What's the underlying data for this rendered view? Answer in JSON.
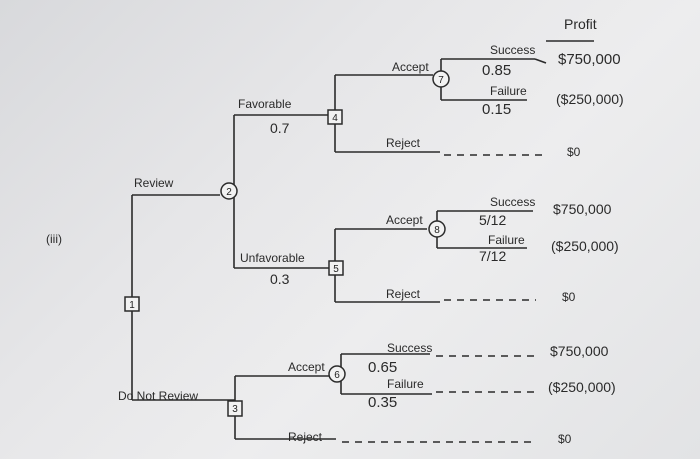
{
  "header": {
    "profit": "Profit"
  },
  "part_label": "(iii)",
  "nodes": {
    "n1": "1",
    "n2": "2",
    "n3": "3",
    "n4": "4",
    "n5": "5",
    "n6": "6",
    "n7": "7",
    "n8": "8"
  },
  "branches": {
    "review": "Review",
    "do_not_review": "Do Not Review",
    "favorable": "Favorable",
    "favorable_prob": "0.7",
    "unfavorable": "Unfavorable",
    "unfavorable_prob": "0.3",
    "accept": "Accept",
    "reject": "Reject",
    "success": "Success",
    "failure": "Failure"
  },
  "probabilities": {
    "n7_success": "0.85",
    "n7_failure": "0.15",
    "n8_success": "5/12",
    "n8_failure": "7/12",
    "n6_success": "0.65",
    "n6_failure": "0.35"
  },
  "payoffs": {
    "n7_success": "$750,000",
    "n7_failure": "($250,000)",
    "n4_reject": "$0",
    "n8_success": "$750,000",
    "n8_failure": "($250,000)",
    "n5_reject": "$0",
    "n6_success": "$750,000",
    "n6_failure": "($250,000)",
    "n3_reject": "$0"
  }
}
